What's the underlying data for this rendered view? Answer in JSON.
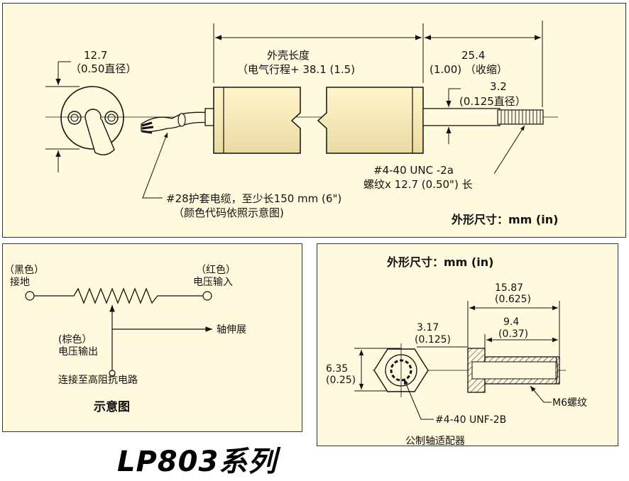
{
  "top": {
    "dim_body_dia": "12.7",
    "dim_body_dia_sub": "（0.50直径）",
    "dim_length_label": "外壳长度",
    "dim_length_sub": "（电气行程+ 38.1 (1.5)",
    "dim_retract": "25.4",
    "dim_retract_sub": "(1.00) （收缩）",
    "dim_shaft_dia": "3.2",
    "dim_shaft_dia_sub": "(0.125直径）",
    "thread_line1": "#4-40 UNC -2a",
    "thread_line2": "螺纹x 12.7 (0.50\") 长",
    "cable_line1": "#28护套电缆，至少长150 mm (6\")",
    "cable_line2": "（颜色代码依照示意图)",
    "units_label": "外形尺寸：mm (in)"
  },
  "schematic": {
    "black_color": "（黑色）",
    "ground": "接地",
    "red_color": "（红色）",
    "voltage_in": "电压输入",
    "shaft_extend": "轴伸展",
    "brown_color": "(棕色）",
    "voltage_out": "电压输出",
    "connect_note": "连接至高阻抗电路",
    "title": "示意图"
  },
  "adapter": {
    "units_label": "外形尺寸：mm (in)",
    "dim_total": "15.87",
    "dim_total_sub": "(0.625)",
    "dim_thread_len": "9.4",
    "dim_thread_len_sub": "(0.37)",
    "dim_offset": "3.17",
    "dim_offset_sub": "(0.125)",
    "dim_height": "6.35",
    "dim_height_sub": "(0.25)",
    "thread_m6": "M6螺纹",
    "thread_unf": "#4-40 UNF-2B",
    "caption": "公制轴适配器"
  },
  "series_title": "LP803系列"
}
